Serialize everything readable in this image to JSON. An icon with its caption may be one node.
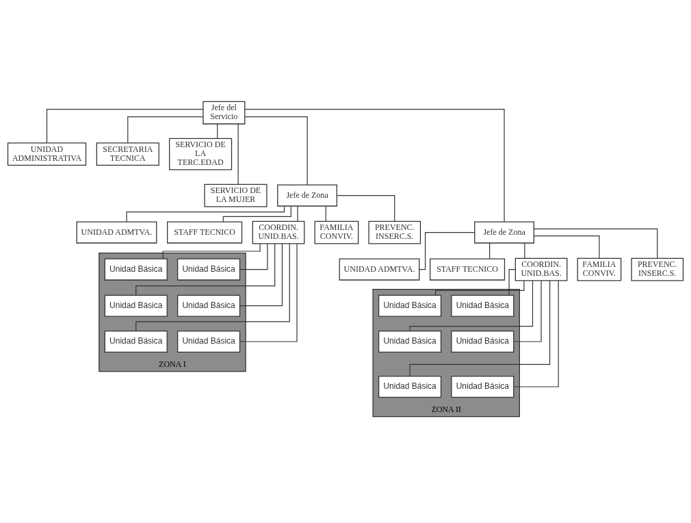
{
  "diagram": {
    "nodes": [
      {
        "text": [
          "Jefe del Servicio"
        ]
      },
      {
        "text": [
          "UNIDAD ADMINISTRATIVA"
        ]
      },
      {
        "text": [
          "SECRETARIA TECNICA"
        ]
      },
      {
        "text": [
          "SERVICIO DE LA TERC.EDAD"
        ]
      },
      {
        "text": [
          "SERVICIO DE LA MUJER"
        ]
      },
      {
        "text": [
          "Jefe de Zona"
        ]
      },
      {
        "text": [
          "UNIDAD ADMTVA."
        ]
      },
      {
        "text": [
          "STAFF TECNICO"
        ]
      },
      {
        "text": [
          "COORDIN. UNID.BAS."
        ]
      },
      {
        "text": [
          "FAMILIA CONVIV."
        ]
      },
      {
        "text": [
          "PREVENC. INSERC.S."
        ]
      },
      {
        "text": [],
        "shape": "box",
        "beside": [
          "ZONA I"
        ]
      },
      {
        "text": [
          "Unidad Básica"
        ],
        "in": 11
      },
      {
        "text": [
          "Unidad Básica"
        ],
        "in": 11
      },
      {
        "text": [
          "Unidad Básica"
        ],
        "in": 11
      },
      {
        "text": [
          "Unidad Básica"
        ],
        "in": 11
      },
      {
        "text": [
          "Unidad Básica"
        ],
        "in": 11
      },
      {
        "text": [
          "Unidad Básica"
        ],
        "in": 11
      },
      {
        "text": [
          "Jefe de Zona"
        ]
      },
      {
        "text": [
          "UNIDAD ADMTVA."
        ]
      },
      {
        "text": [
          "STAFF TECNICO"
        ]
      },
      {
        "text": [
          "COORDIN. UNID.BAS."
        ]
      },
      {
        "text": [
          "FAMILIA CONVIV."
        ]
      },
      {
        "text": [
          "PREVENC. INSERC.S."
        ]
      },
      {
        "text": [],
        "shape": "box",
        "beside": [
          "ZONA II"
        ]
      },
      {
        "text": [
          "Unidad Básica"
        ],
        "in": 24
      },
      {
        "text": [
          "Unidad Básica"
        ],
        "in": 24
      },
      {
        "text": [
          "Unidad Básica"
        ],
        "in": 24
      },
      {
        "text": [
          "Unidad Básica"
        ],
        "in": 24
      },
      {
        "text": [
          "Unidad Básica"
        ],
        "in": 24
      },
      {
        "text": [
          "Unidad Básica"
        ],
        "in": 24
      }
    ],
    "edges": [
      {
        "from": 0,
        "to": 1,
        "arrow": "none"
      },
      {
        "from": 0,
        "to": 2,
        "arrow": "none"
      },
      {
        "from": 0,
        "to": 3,
        "arrow": "none"
      },
      {
        "from": 0,
        "to": 4,
        "arrow": "none"
      },
      {
        "from": 0,
        "to": 5,
        "arrow": "none"
      },
      {
        "from": 0,
        "to": 18,
        "arrow": "none"
      },
      {
        "from": 5,
        "to": 6,
        "arrow": "none"
      },
      {
        "from": 5,
        "to": 7,
        "arrow": "none"
      },
      {
        "from": 5,
        "to": 8,
        "arrow": "none"
      },
      {
        "from": 5,
        "to": 9,
        "arrow": "none"
      },
      {
        "from": 5,
        "to": 10,
        "arrow": "none"
      },
      {
        "from": 8,
        "to": 12,
        "arrow": "none"
      },
      {
        "from": 8,
        "to": 13,
        "arrow": "none"
      },
      {
        "from": 8,
        "to": 14,
        "arrow": "none"
      },
      {
        "from": 8,
        "to": 15,
        "arrow": "none"
      },
      {
        "from": 8,
        "to": 16,
        "arrow": "none"
      },
      {
        "from": 8,
        "to": 17,
        "arrow": "none"
      },
      {
        "from": 18,
        "to": 19,
        "arrow": "none"
      },
      {
        "from": 18,
        "to": 20,
        "arrow": "none"
      },
      {
        "from": 18,
        "to": 21,
        "arrow": "none"
      },
      {
        "from": 18,
        "to": 22,
        "arrow": "none"
      },
      {
        "from": 18,
        "to": 23,
        "arrow": "none"
      },
      {
        "from": 21,
        "to": 25,
        "arrow": "none"
      },
      {
        "from": 21,
        "to": 26,
        "arrow": "none"
      },
      {
        "from": 21,
        "to": 27,
        "arrow": "none"
      },
      {
        "from": 21,
        "to": 28,
        "arrow": "none"
      },
      {
        "from": 21,
        "to": 29,
        "arrow": "none"
      },
      {
        "from": 21,
        "to": 30,
        "arrow": "none"
      }
    ]
  }
}
